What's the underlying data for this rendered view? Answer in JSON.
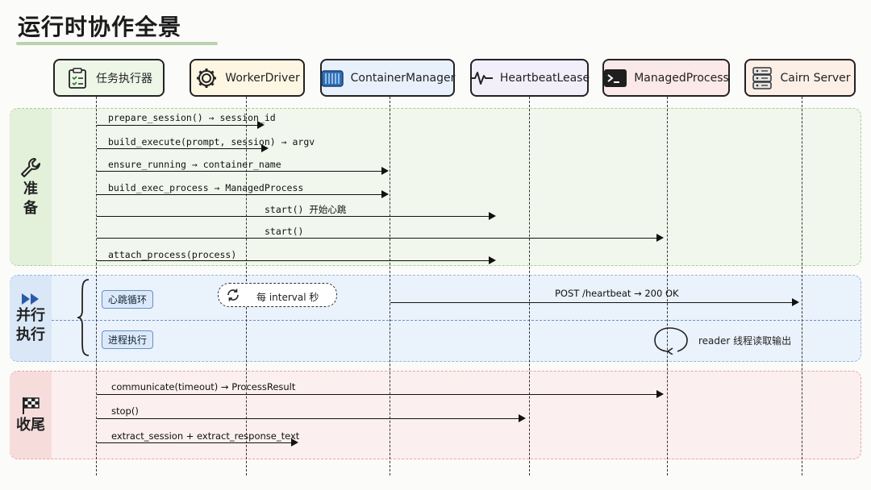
{
  "title": "运行时协作全景",
  "actors": [
    {
      "name": "任务执行器",
      "icon": "clipboard-icon"
    },
    {
      "name": "WorkerDriver",
      "icon": "gear-icon"
    },
    {
      "name": "ContainerManager",
      "icon": "container-icon"
    },
    {
      "name": "HeartbeatLease",
      "icon": "pulse-icon"
    },
    {
      "name": "ManagedProcess",
      "icon": "terminal-icon"
    },
    {
      "name": "Cairn Server",
      "icon": "server-icon"
    }
  ],
  "phases": {
    "prepare": {
      "label1": "准",
      "label2": "备",
      "icon": "wrench-icon"
    },
    "parallel": {
      "label1": "并行",
      "label2": "执行",
      "icon": "fast-forward-icon"
    },
    "finish": {
      "label1": "收尾",
      "icon": "checkered-flag-icon"
    }
  },
  "messages": {
    "m1": "prepare_session() → session_id",
    "m2": "build_execute(prompt, session) → argv",
    "m3": "ensure_running → container_name",
    "m4": "build_exec_process → ManagedProcess",
    "m5": "start() 开始心跳",
    "m6": "start()",
    "m7": "attach_process(process)",
    "m8": "POST /heartbeat → 200 OK",
    "m9": "communicate(timeout) → ProcessResult",
    "m10": "stop()",
    "m11": "extract_session + extract_response_text"
  },
  "parallel": {
    "tag_heartbeat": "心跳循环",
    "loop_note": "每 interval 秒",
    "tag_process": "进程执行",
    "reader_note": "reader 线程读取输出"
  },
  "colors": {
    "prepare_bg": "#eef5e9",
    "parallel_bg": "#e8f0fa",
    "finish_bg": "#fbeaea"
  }
}
